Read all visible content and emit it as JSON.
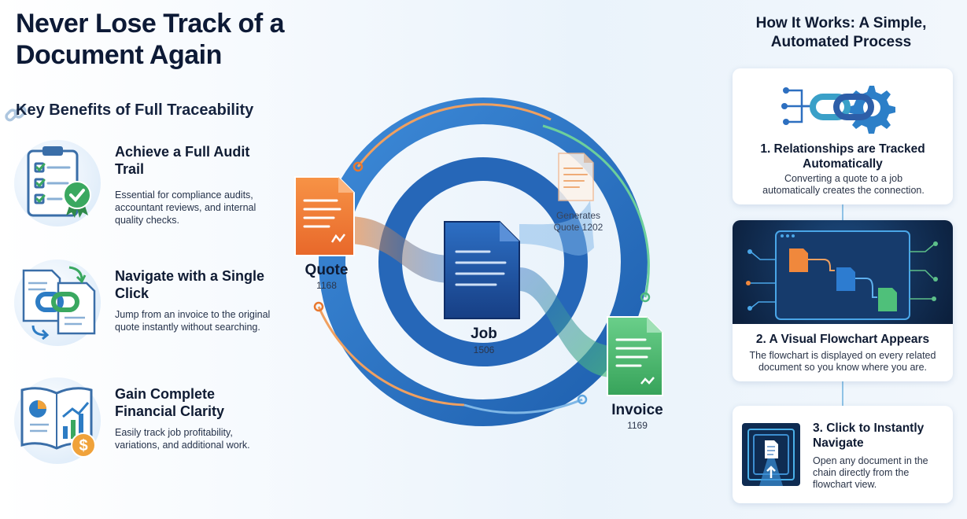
{
  "header": {
    "title": "Never Lose Track of a Document Again",
    "subtitle": "Key Benefits of Full Traceability"
  },
  "benefits": [
    {
      "title": "Achieve a Full Audit Trail",
      "description": "Essential for compliance audits, accountant reviews, and internal quality checks.",
      "icon": "audit-clipboard-icon"
    },
    {
      "title": "Navigate with a Single Click",
      "description": "Jump from an invoice to the original quote instantly without searching.",
      "icon": "linked-documents-icon"
    },
    {
      "title": "Gain Complete Financial Clarity",
      "description": "Easily track job profitability, variations, and additional work.",
      "icon": "financial-report-icon"
    }
  ],
  "diagram": {
    "documents": [
      {
        "label": "Quote",
        "number": "1168",
        "color": "#f07a2e"
      },
      {
        "label": "Job",
        "number": "1506",
        "color": "#1f5aa6"
      },
      {
        "label": "Invoice",
        "number": "1169",
        "color": "#47b86a"
      },
      {
        "label": "Generates Quote 1202",
        "number": "",
        "color": "#f0a060"
      }
    ],
    "ring_color": "#2f7ccb"
  },
  "how": {
    "title": "How It Works: A Simple, Automated Process",
    "steps": [
      {
        "title": "1. Relationships are Tracked Automatically",
        "description": "Converting a quote to a job automatically creates the connection.",
        "icon": "chain-gear-icon"
      },
      {
        "title": "2. A Visual Flowchart Appears",
        "description": "The flowchart is displayed on every related document so you know where you are.",
        "icon": "flowchart-screen-icon"
      },
      {
        "title": "3. Click to Instantly Navigate",
        "description": "Open any document in the chain directly from the flowchart view.",
        "icon": "navigate-portal-icon"
      }
    ]
  }
}
